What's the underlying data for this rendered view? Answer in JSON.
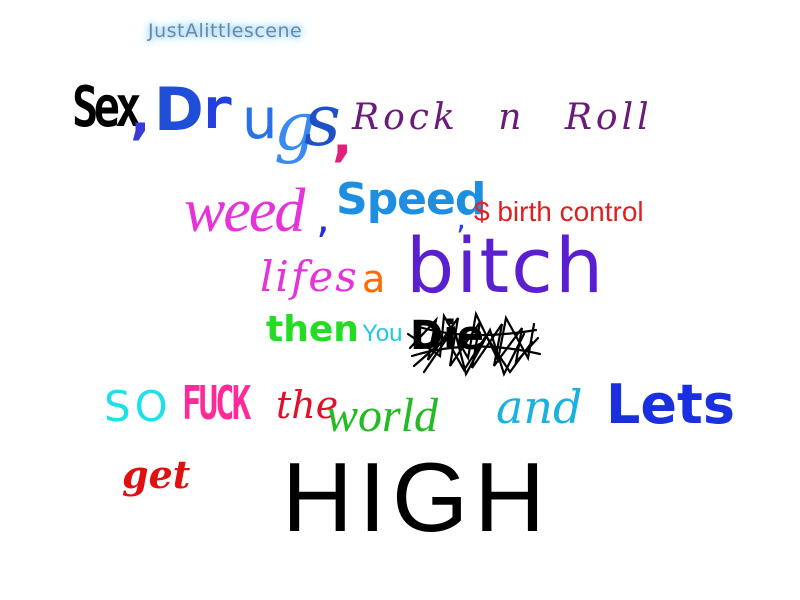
{
  "watermark": {
    "text": "JustAlittlescene",
    "color": "#6b8aa0"
  },
  "line1": {
    "sex": {
      "text": "Sex",
      "color": "#000000"
    },
    "comma1": {
      "text": ",",
      "color": "#3a3adb"
    },
    "drugs": {
      "d": {
        "text": "D",
        "color": "#1f4fd8"
      },
      "r": {
        "text": "r",
        "color": "#2240e0"
      },
      "u": {
        "text": "u",
        "color": "#2a70e8"
      },
      "g": {
        "text": "g",
        "color": "#3a8bf0"
      },
      "s": {
        "text": "s",
        "color": "#1e50c8"
      }
    },
    "comma2": {
      "text": ",",
      "color": "#e0207a"
    },
    "rock": {
      "text": "Rock n Roll",
      "color": "#6a1a7a"
    }
  },
  "line2": {
    "weed": {
      "text": "weed",
      "color": "#e633d9"
    },
    "comma3": {
      "text": ",",
      "color": "#2a2ae0"
    },
    "speed": {
      "text": "Speed",
      "color": "#1e8fe0"
    },
    "comma4": {
      "text": ",",
      "color": "#2a40ff"
    },
    "birth": {
      "text": "$ birth control",
      "color": "#e02020"
    }
  },
  "line3": {
    "lifes": {
      "text": "lifes",
      "color": "#e633d9"
    },
    "a": {
      "text": "a",
      "color": "#ff6a00"
    },
    "bitch": {
      "text": "bitch",
      "color": "#5a20d0"
    }
  },
  "line4": {
    "then": {
      "text": "then",
      "color": "#22dd22"
    },
    "you": {
      "text": "You",
      "color": "#1ec8e8"
    },
    "die": {
      "text": "Die",
      "color": "#000000"
    }
  },
  "line5": {
    "so": {
      "text": "SO",
      "color": "#1ee0e8"
    },
    "fuck": {
      "text": "FUCK",
      "color": "#ff2a9a"
    },
    "the": {
      "text": "the",
      "color": "#e0102a"
    },
    "world": {
      "text": "world",
      "color": "#22bb22"
    },
    "and": {
      "text": "and",
      "color": "#1ab0e0"
    },
    "lets": {
      "text": "Lets",
      "color": "#1a30e0"
    }
  },
  "line6": {
    "get": {
      "text": "get",
      "color": "#e01010"
    },
    "high": {
      "text": "HIGH",
      "color": "#000000"
    }
  }
}
